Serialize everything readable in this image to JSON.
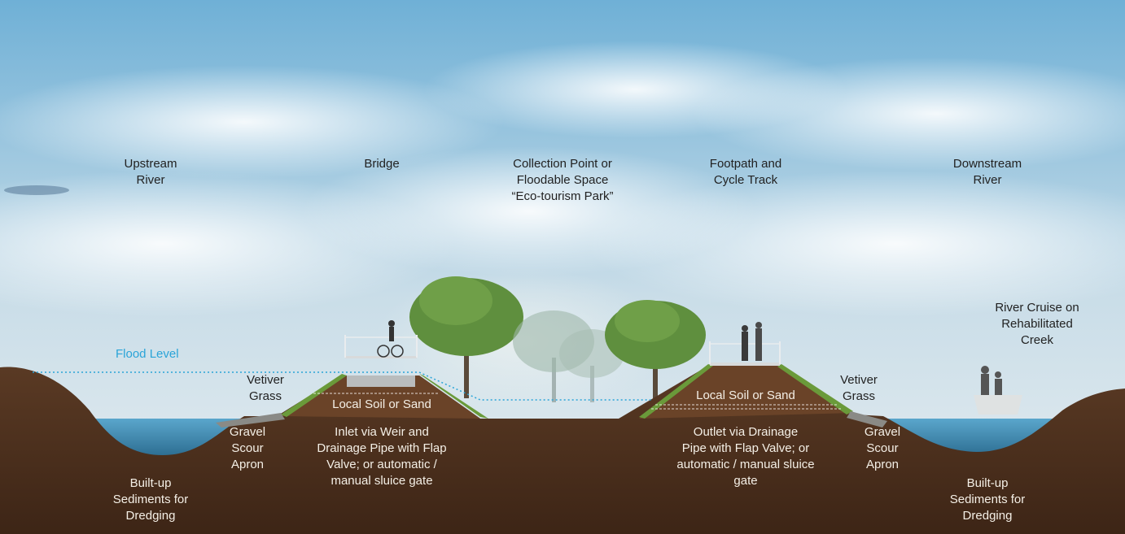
{
  "labels": {
    "upstream": "Upstream\nRiver",
    "bridge": "Bridge",
    "collection": "Collection Point or\nFloodable Space\n“Eco-tourism Park”",
    "footpath": "Footpath and\nCycle Track",
    "downstream": "Downstream\nRiver",
    "cruise": "River Cruise on\nRehabilitated\nCreek",
    "flood_level": "Flood Level",
    "vetiver_left": "Vetiver\nGrass",
    "vetiver_right": "Vetiver\nGrass",
    "soil_left": "Local Soil or Sand",
    "soil_right": "Local Soil or Sand",
    "gravel_left": "Gravel\nScour\nApron",
    "gravel_right": "Gravel\nScour\nApron",
    "inlet": "Inlet via Weir and\nDrainage Pipe with Flap\nValve; or automatic /\nmanual sluice gate",
    "outlet": "Outlet via Drainage\nPipe with Flap Valve; or\nautomatic / manual sluice\ngate",
    "sediments_left": "Built-up\nSediments for\nDredging",
    "sediments_right": "Built-up\nSediments for\nDredging"
  },
  "colors": {
    "sky_top": "#6fb0d6",
    "sky_bottom": "#dfeaef",
    "earth": "#4a2f1e",
    "soil": "#6a4328",
    "grass": "#6a9a3a",
    "water": "#3f8fb8",
    "flood_line": "#2aa4d8"
  }
}
